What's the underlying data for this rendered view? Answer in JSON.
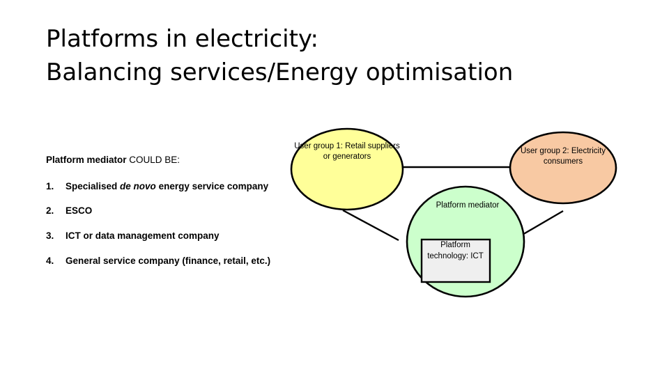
{
  "slide": {
    "title_line_1": "Platforms in electricity:",
    "title_line_2": "Balancing services/Energy optimisation"
  },
  "left_column": {
    "heading_strong": "Platform mediator",
    "heading_normal": " COULD BE:",
    "items": [
      {
        "number": "1.",
        "text_before": "Specialised ",
        "text_italic": "de novo",
        "text_after": " energy service company"
      },
      {
        "number": "2.",
        "text_before": "ESCO",
        "text_italic": "",
        "text_after": ""
      },
      {
        "number": "3.",
        "text_before": "ICT or data management company",
        "text_italic": "",
        "text_after": ""
      },
      {
        "number": "4.",
        "text_before": "General service company (finance, retail, etc.)",
        "text_italic": "",
        "text_after": ""
      }
    ]
  },
  "diagram": {
    "user_group_1": "User group 1: Retail suppliers or generators",
    "user_group_2": "User group 2: Electricity consumers",
    "platform_mediator": "Platform mediator",
    "platform_technology": "Platform technology: ICT",
    "colors": {
      "user_group_1_fill": "#FFFF99",
      "user_group_2_fill": "#F8C9A3",
      "platform_mediator_fill": "#CCFFCC",
      "platform_technology_fill": "#EFEFEF",
      "stroke": "#000000",
      "connector": "#000000"
    }
  }
}
